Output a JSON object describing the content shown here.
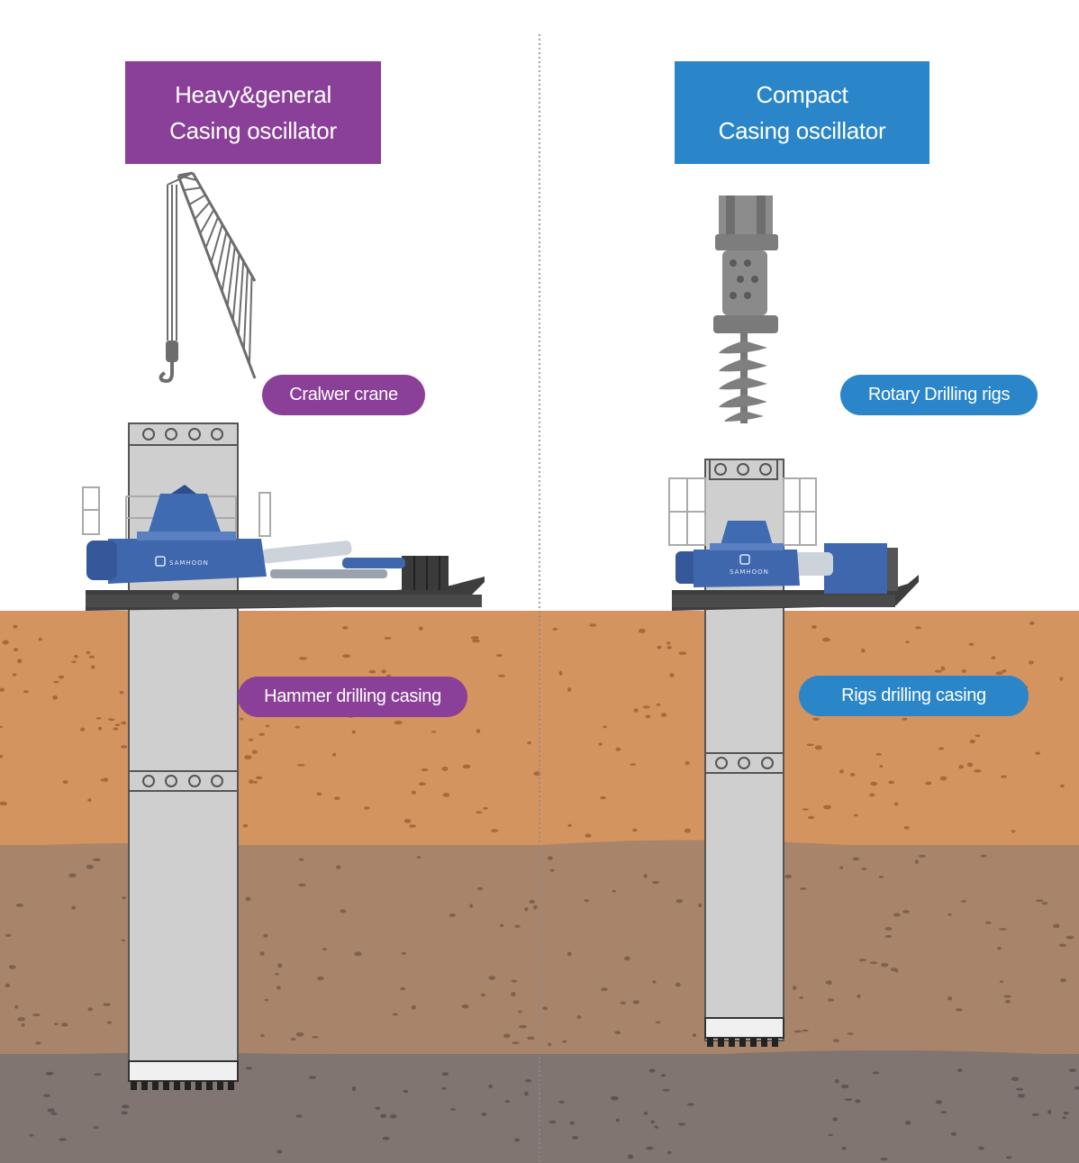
{
  "left": {
    "title_line1": "Heavy&general",
    "title_line2": "Casing oscillator",
    "machine_label": "Cralwer crane",
    "casing_label": "Hammer drilling casing",
    "brand": "SAMHOON"
  },
  "right": {
    "title_line1": "Compact",
    "title_line2": "Casing oscillator",
    "machine_label": "Rotary Drilling rigs",
    "casing_label": "Rigs drilling casing",
    "brand": "SAMHOON"
  },
  "colors": {
    "purple": "#8a3f98",
    "blue": "#2b86c9",
    "soil_top": "#d49460",
    "soil_mid": "#a8856a",
    "soil_bottom": "#807570",
    "casing": "#cfcfcf",
    "oscillator": "#3e67ae"
  }
}
